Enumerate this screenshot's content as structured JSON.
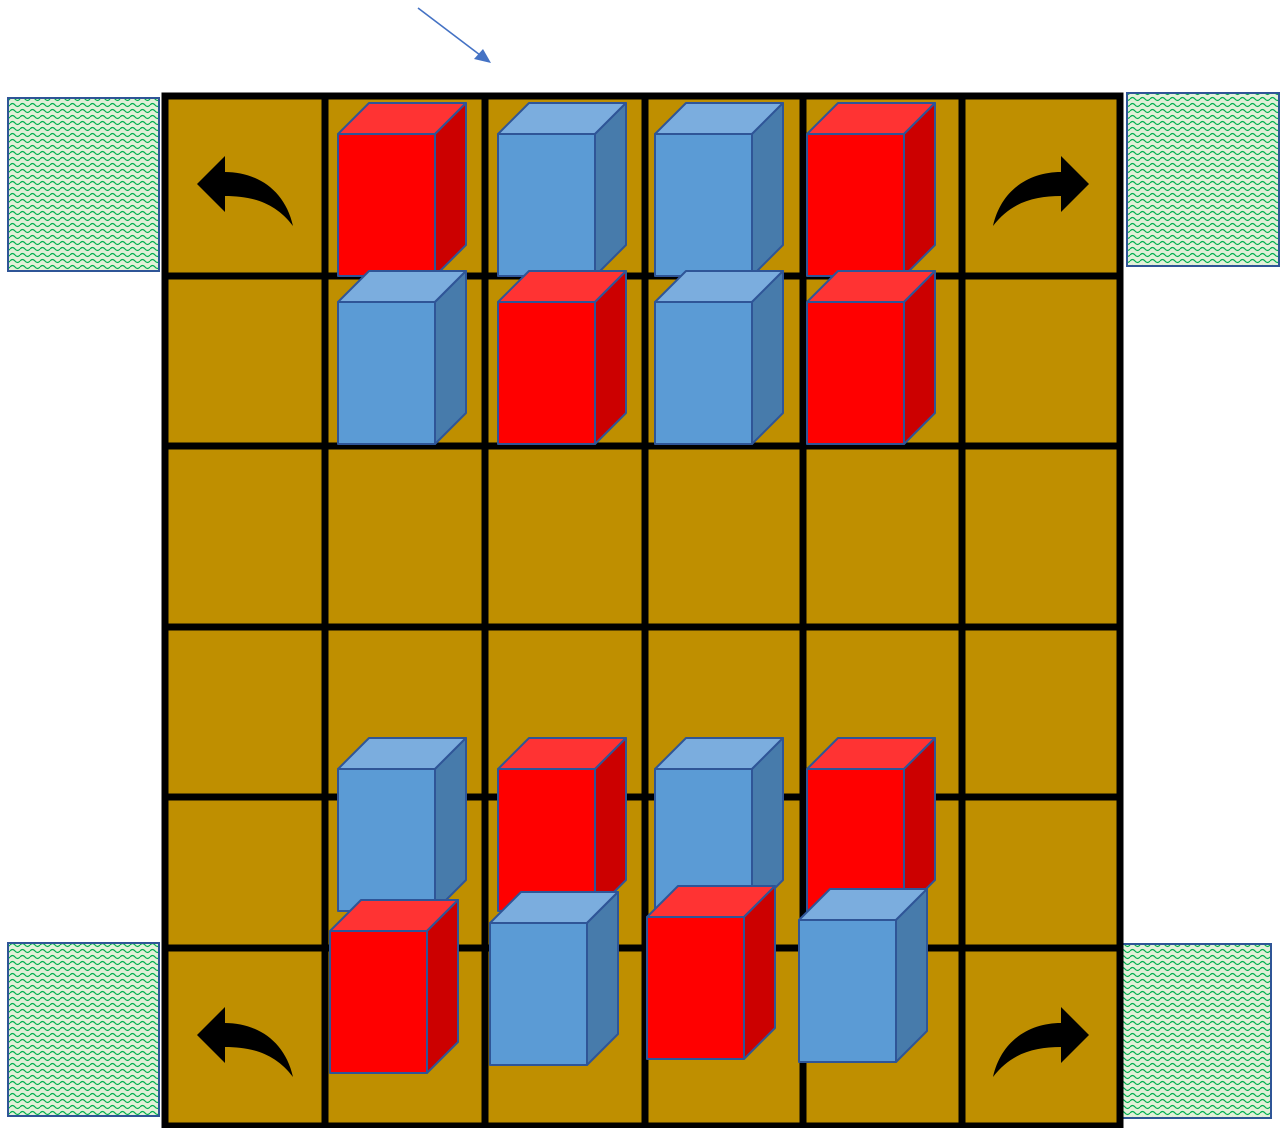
{
  "board": {
    "rows": 6,
    "cols": 6,
    "square_color": "#bf8f00",
    "line_color": "#000000"
  },
  "colors": {
    "red_front": "#ff0000",
    "red_top": "#ff3333",
    "red_side": "#cc0000",
    "blue_front": "#5b9bd5",
    "blue_top": "#7badde",
    "blue_side": "#477bab",
    "block_edge": "#2f5597",
    "pointer": "#4472c4",
    "corner_pad_fill": "#e2f0d9",
    "corner_pad_wave": "#00b050",
    "corner_pad_border": "#2f5597"
  },
  "turn_arrows": [
    {
      "name": "turn-left-arrow-icon",
      "row": 0,
      "col": 0,
      "direction": "left"
    },
    {
      "name": "turn-right-arrow-icon",
      "row": 0,
      "col": 5,
      "direction": "right"
    },
    {
      "name": "turn-left-arrow-icon",
      "row": 5,
      "col": 0,
      "direction": "left"
    },
    {
      "name": "turn-right-arrow-icon",
      "row": 5,
      "col": 5,
      "direction": "right"
    }
  ],
  "corner_pads": [
    {
      "name": "corner-pad-top-left",
      "position": "top-left"
    },
    {
      "name": "corner-pad-top-right",
      "position": "top-right"
    },
    {
      "name": "corner-pad-bottom-left",
      "position": "bottom-left"
    },
    {
      "name": "corner-pad-bottom-right",
      "position": "bottom-right"
    }
  ],
  "pieces": [
    {
      "color": "red",
      "row": 0,
      "col": 1
    },
    {
      "color": "blue",
      "row": 0,
      "col": 2
    },
    {
      "color": "blue",
      "row": 0,
      "col": 3
    },
    {
      "color": "red",
      "row": 0,
      "col": 4
    },
    {
      "color": "blue",
      "row": 1,
      "col": 1
    },
    {
      "color": "red",
      "row": 1,
      "col": 2
    },
    {
      "color": "blue",
      "row": 1,
      "col": 3
    },
    {
      "color": "red",
      "row": 1,
      "col": 4
    },
    {
      "color": "blue",
      "row": 4,
      "col": 1
    },
    {
      "color": "red",
      "row": 4,
      "col": 2
    },
    {
      "color": "blue",
      "row": 4,
      "col": 3
    },
    {
      "color": "red",
      "row": 4,
      "col": 4
    },
    {
      "color": "red",
      "row": 5,
      "col": 1
    },
    {
      "color": "blue",
      "row": 5,
      "col": 2
    },
    {
      "color": "red",
      "row": 5,
      "col": 3
    },
    {
      "color": "blue",
      "row": 5,
      "col": 4
    }
  ]
}
